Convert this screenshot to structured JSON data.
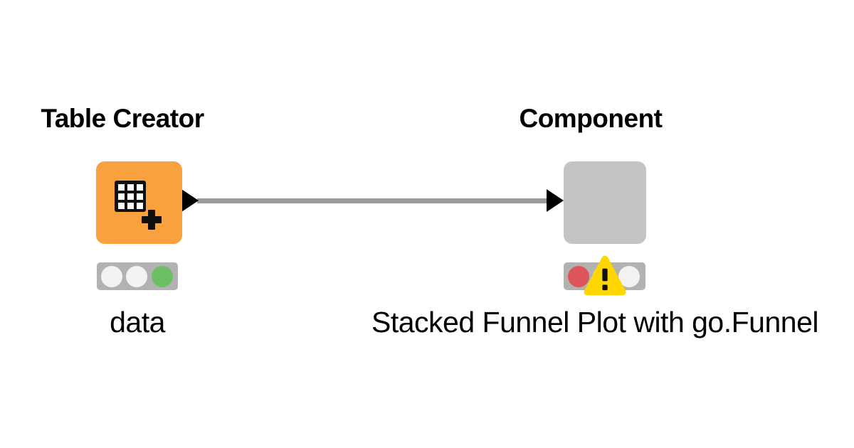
{
  "page": {
    "kind": "knime-workflow-preview",
    "background": "#FFFFFF"
  },
  "workflow": {
    "nodes": [
      {
        "title": "Table Creator",
        "label": "data",
        "kind": "native-node",
        "icon": "table-plus-icon",
        "body_color": "#F8A13E",
        "status": "executed",
        "status_lights": {
          "left": "off",
          "middle": "off",
          "right": "green-on"
        }
      },
      {
        "title": "Component",
        "label": "Stacked Funnel Plot with go.Funnel",
        "kind": "component",
        "icon": "none",
        "body_color": "#C4C4C4",
        "status": "error",
        "status_lights": {
          "left": "red-on",
          "middle": "off",
          "right": "off"
        },
        "overlay_icon": "warning-exclamation-triangle"
      }
    ],
    "connection": {
      "from": "Table Creator",
      "to": "Component",
      "color": "#9B9B9B"
    }
  },
  "colors": {
    "node_orange": "#F8A13E",
    "node_gray": "#C4C4C4",
    "traffic_light_bg": "#B2B2B2",
    "light_off": "#F2F2F2",
    "light_green": "#6CC063",
    "light_red": "#DD5558",
    "warning_yellow": "#FFD600",
    "port_black": "#000000",
    "edge_gray": "#9B9B9B",
    "text": "#000000"
  }
}
